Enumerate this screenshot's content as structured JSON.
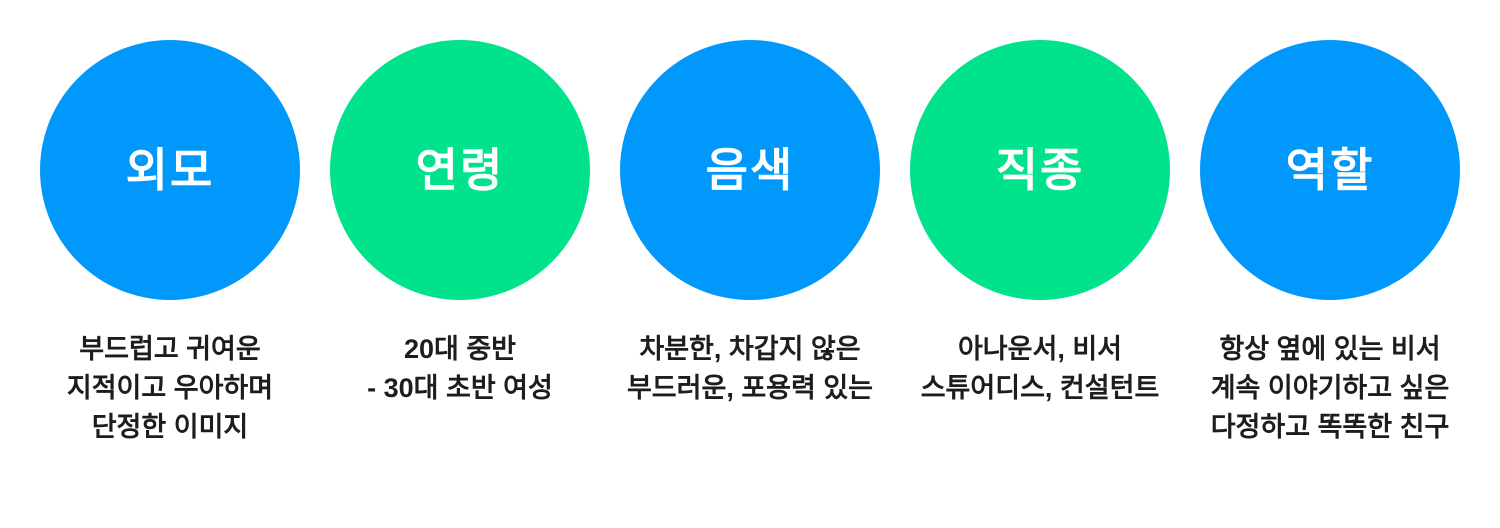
{
  "page": {
    "background": "#ffffff",
    "description": "persona attribute infographic with five labeled circles"
  },
  "colors": {
    "blue": "#0099FB",
    "green": "#00E28B",
    "label_text": "#ffffff",
    "desc_text": "#1d1d1d"
  },
  "items": [
    {
      "label": "외모",
      "color": "blue",
      "desc_lines": [
        "부드럽고 귀여운",
        "지적이고 우아하며",
        "단정한 이미지"
      ]
    },
    {
      "label": "연령",
      "color": "green",
      "desc_lines": [
        "20대 중반",
        "- 30대 초반 여성"
      ]
    },
    {
      "label": "음색",
      "color": "blue",
      "desc_lines": [
        "차분한, 차갑지 않은",
        "부드러운, 포용력 있는"
      ]
    },
    {
      "label": "직종",
      "color": "green",
      "desc_lines": [
        "아나운서, 비서",
        "스튜어디스, 컨설턴트"
      ]
    },
    {
      "label": "역할",
      "color": "blue",
      "desc_lines": [
        "항상 옆에 있는 비서",
        "계속 이야기하고 싶은",
        "다정하고 똑똑한 친구"
      ]
    }
  ]
}
